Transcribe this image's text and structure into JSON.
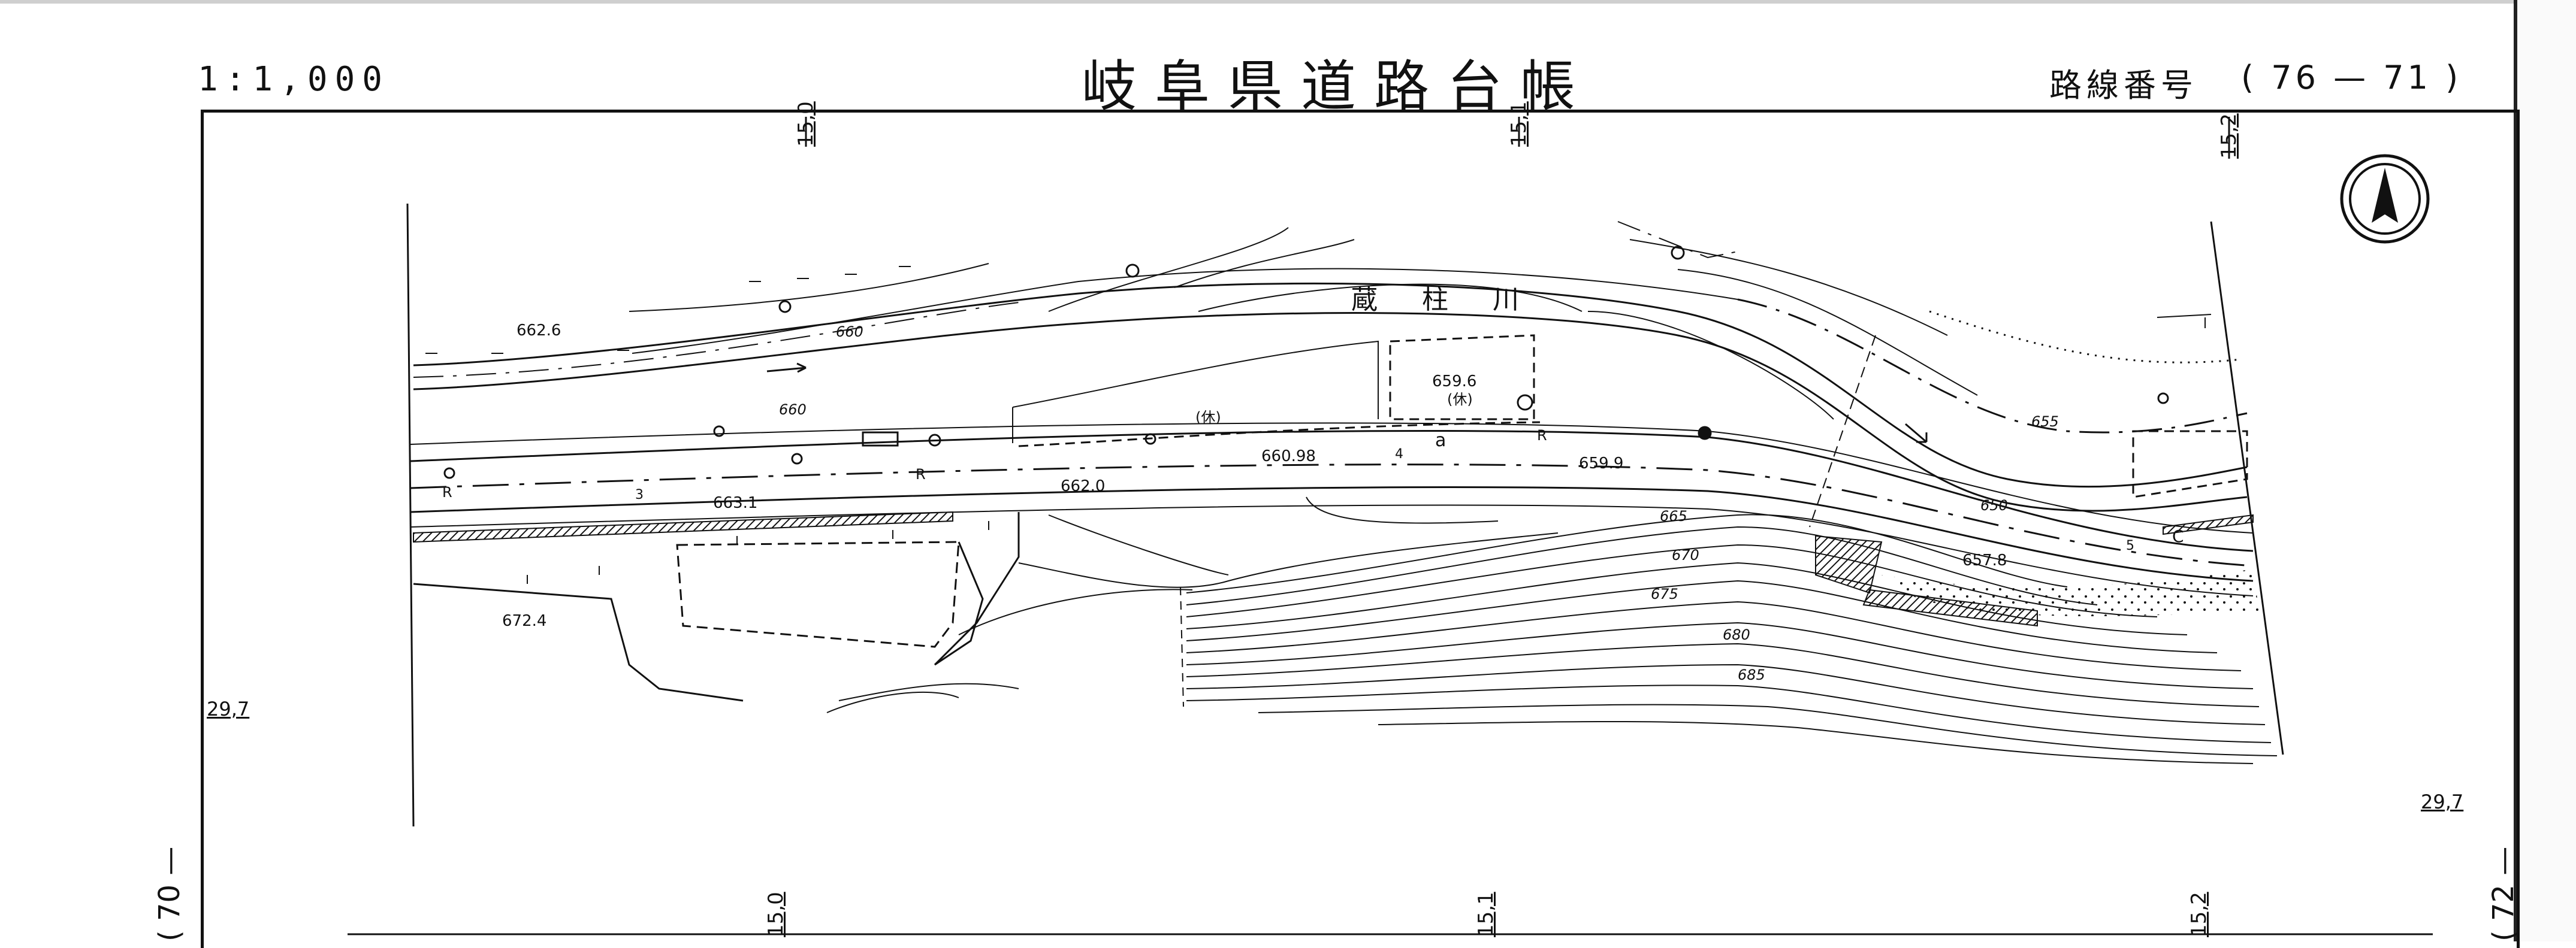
{
  "header": {
    "scale": "1:1,000",
    "title": "岐阜県道路台帳",
    "route_label": "路線番号",
    "route_value": "( 76 — 71 )"
  },
  "margins": {
    "left_sheet": "( 70 —",
    "right_sheet": "( 72 —",
    "km_top": [
      "15,0",
      "15,1",
      "15,2"
    ],
    "km_bottom": [
      "15,0",
      "15,1",
      "15,2"
    ],
    "offset_left": "29,7",
    "offset_right": "29,7"
  },
  "map": {
    "river_name": "蔵 柱 川",
    "rest_area_1": "(休)",
    "rest_area_2": "(休)",
    "road_letter_a": "a",
    "road_letter_c": "C",
    "spot_elevations": [
      "662.6",
      "663.1",
      "662.0",
      "660.98",
      "659.9",
      "659.6",
      "657.8",
      "672.4"
    ],
    "contours": [
      "660",
      "660",
      "655",
      "650",
      "665",
      "670",
      "675",
      "680",
      "685"
    ],
    "r_marks": [
      "R",
      "R",
      "R"
    ],
    "station_marks": [
      "3",
      "4",
      "5"
    ],
    "north_icon": "north-arrow-icon"
  }
}
